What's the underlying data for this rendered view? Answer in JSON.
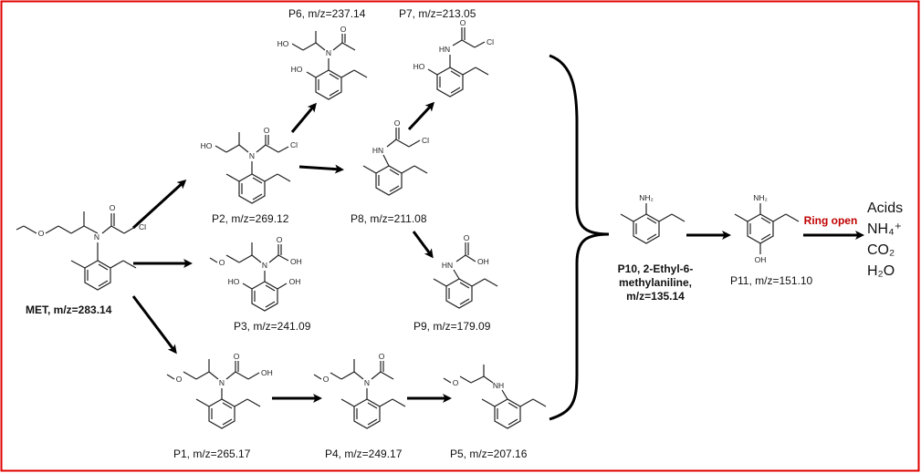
{
  "colors": {
    "frame": "#e00000",
    "accent": "#c00000",
    "ink": "#000000"
  },
  "compounds": {
    "met": {
      "label": "MET, m/z=283.14",
      "atoms": {
        "o": "O",
        "n": "N",
        "o2": "O",
        "cl": "Cl"
      }
    },
    "p1": {
      "label": "P1, m/z=265.17",
      "atoms": {
        "o": "O",
        "n": "N",
        "o2": "O",
        "oh": "OH"
      }
    },
    "p2": {
      "label": "P2, m/z=269.12",
      "atoms": {
        "ho": "HO",
        "n": "N",
        "o": "O",
        "cl": "Cl"
      }
    },
    "p3": {
      "label": "P3, m/z=241.09",
      "atoms": {
        "o": "O",
        "n": "N",
        "o2": "O",
        "oh": "OH",
        "ho1": "HO",
        "oh2": "OH"
      }
    },
    "p4": {
      "label": "P4, m/z=249.17",
      "atoms": {
        "o": "O",
        "n": "N",
        "o2": "O"
      }
    },
    "p5": {
      "label": "P5, m/z=207.16",
      "atoms": {
        "o": "O",
        "nh": "NH"
      }
    },
    "p6": {
      "label": "P6, m/z=237.14",
      "atoms": {
        "ho": "HO",
        "n": "N",
        "o": "O",
        "ho2": "HO"
      }
    },
    "p7": {
      "label": "P7, m/z=213.05",
      "atoms": {
        "hn": "HN",
        "o": "O",
        "cl": "Cl",
        "ho": "HO"
      }
    },
    "p8": {
      "label": "P8, m/z=211.08",
      "atoms": {
        "hn": "HN",
        "o": "O",
        "cl": "Cl"
      }
    },
    "p9": {
      "label": "P9, m/z=179.09",
      "atoms": {
        "hn": "HN",
        "o": "O",
        "oh": "OH"
      }
    },
    "p10": {
      "label_line1": "P10, 2-Ethyl-6-",
      "label_line2": "methylaniline,",
      "label_line3": "m/z=135.14",
      "atoms": {
        "nh2": "NH₂"
      }
    },
    "p11": {
      "label": "P11, m/z=151.10",
      "atoms": {
        "nh2": "NH₂",
        "oh": "OH"
      }
    }
  },
  "ring_open_label": "Ring open",
  "final_products": [
    "Acids",
    "NH₄⁺",
    "CO₂",
    "H₂O"
  ]
}
